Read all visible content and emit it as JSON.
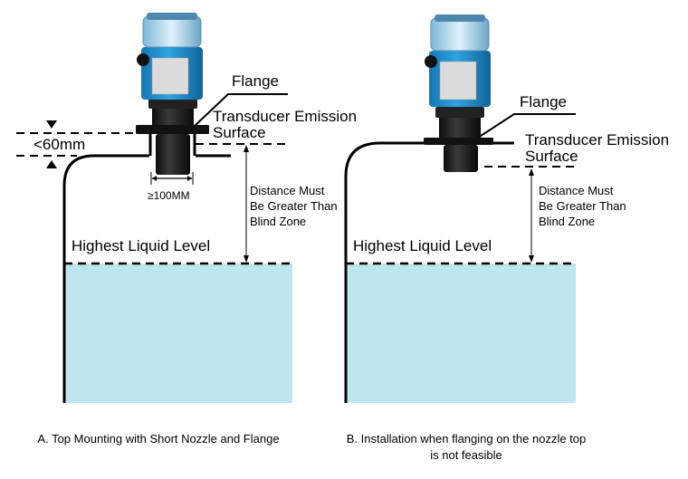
{
  "colors": {
    "liquid": "#bfe6ee",
    "liquid_edge": "#9ed4df",
    "sensor_blue": "#1d8fd0",
    "sensor_dark": "#1a1a1a",
    "line": "#000000"
  },
  "panel_a": {
    "flange_label": "Flange",
    "surface_label_line1": "Transducer Emission",
    "surface_label_line2": "Surface",
    "nozzle_height_label": "<60mm",
    "nozzle_width_label": "≥100MM",
    "distance_label": "Distance Must Be Greater Than Blind Zone",
    "liquid_level_label": "Highest Liquid Level",
    "caption": "A. Top Mounting with Short Nozzle and Flange"
  },
  "panel_b": {
    "flange_label": "Flange",
    "surface_label_line1": "Transducer Emission",
    "surface_label_line2": "Surface",
    "distance_label": "Distance Must Be Greater Than Blind Zone",
    "liquid_level_label": "Highest Liquid Level",
    "caption_line1": "B. Installation when flanging on the nozzle top",
    "caption_line2": "is not feasible"
  }
}
